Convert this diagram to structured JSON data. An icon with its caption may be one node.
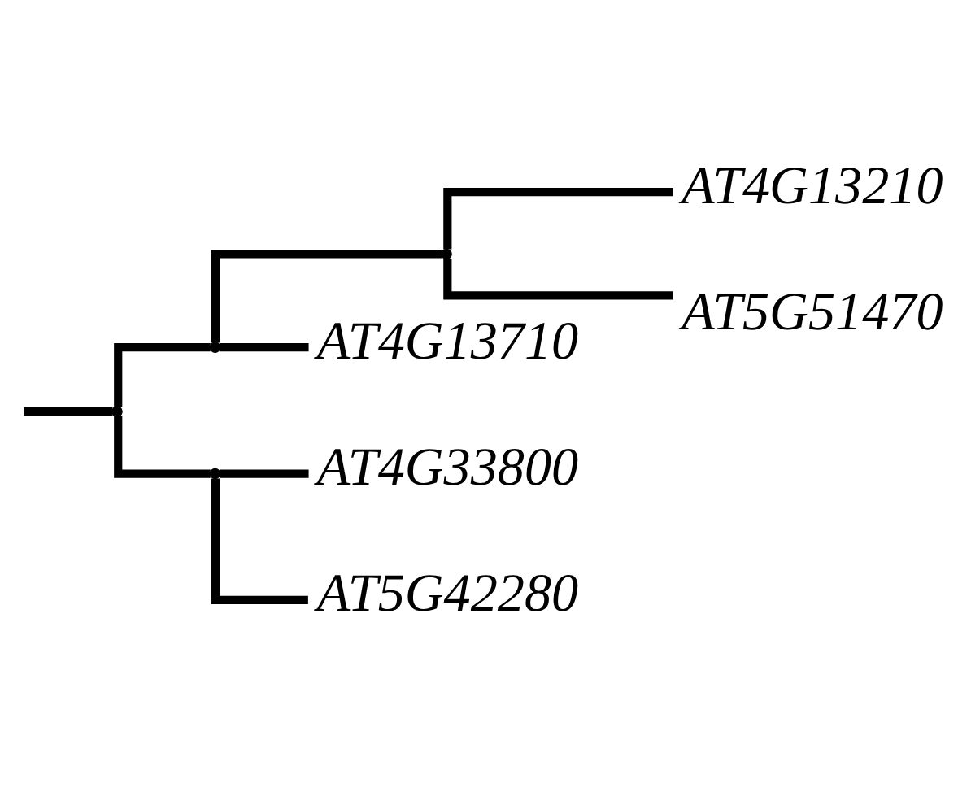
{
  "diagram": {
    "nodes": [
      {
        "text": [],
        "shape": "point"
      },
      {
        "text": [],
        "shape": "point"
      },
      {
        "text": [],
        "shape": "point"
      },
      {
        "text": [
          "AT4G13210"
        ]
      },
      {
        "text": [
          "AT5G51470"
        ]
      },
      {
        "text": [
          "AT4G13710"
        ]
      },
      {
        "text": [],
        "shape": "point"
      },
      {
        "text": [
          "AT4G33800"
        ]
      },
      {
        "text": [
          "AT5G42280"
        ]
      }
    ],
    "edges": [
      {
        "from": null,
        "to": 0,
        "arrow": "none"
      },
      {
        "from": 0,
        "to": 1,
        "arrow": "none"
      },
      {
        "from": 1,
        "to": 2,
        "arrow": "none"
      },
      {
        "from": 2,
        "to": 3,
        "arrow": "none"
      },
      {
        "from": 2,
        "to": 4,
        "arrow": "none"
      },
      {
        "from": 1,
        "to": 5,
        "arrow": "none"
      },
      {
        "from": 0,
        "to": 6,
        "arrow": "none"
      },
      {
        "from": 6,
        "to": 7,
        "arrow": "none"
      },
      {
        "from": 6,
        "to": 8,
        "arrow": "none"
      }
    ]
  }
}
